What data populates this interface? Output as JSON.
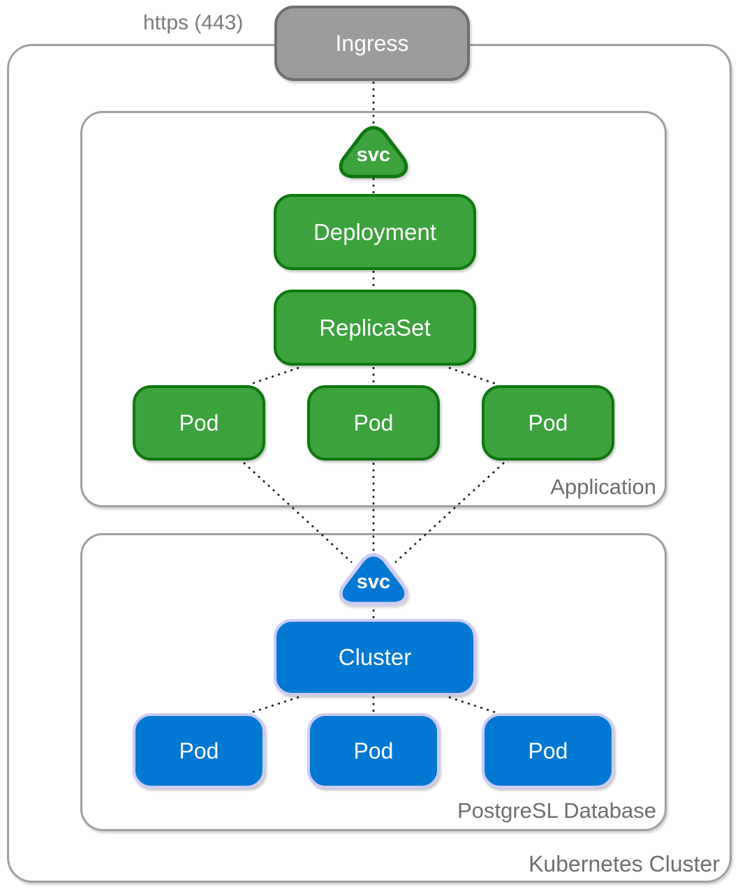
{
  "edge_label": "https (443)",
  "ingress": {
    "label": "Ingress"
  },
  "cluster_container": {
    "label": "Kubernetes Cluster"
  },
  "application": {
    "label": "Application",
    "svc_label": "svc",
    "deployment_label": "Deployment",
    "replicaset_label": "ReplicaSet",
    "pods": [
      "Pod",
      "Pod",
      "Pod"
    ]
  },
  "database": {
    "label": "PostgreSL Database",
    "svc_label": "svc",
    "cluster_label": "Cluster",
    "pods": [
      "Pod",
      "Pod",
      "Pod"
    ]
  },
  "colors": {
    "green_fill": "#3CA23C",
    "green_border": "#0E770E",
    "blue_fill": "#0078D4",
    "blue_border": "#CCCCF5",
    "gray_fill": "#9C9C9C",
    "gray_border": "#6F6F6F",
    "container_border": "#A0A0A0",
    "label_text": "#6E6E6E",
    "connector": "#1A1A1A"
  }
}
